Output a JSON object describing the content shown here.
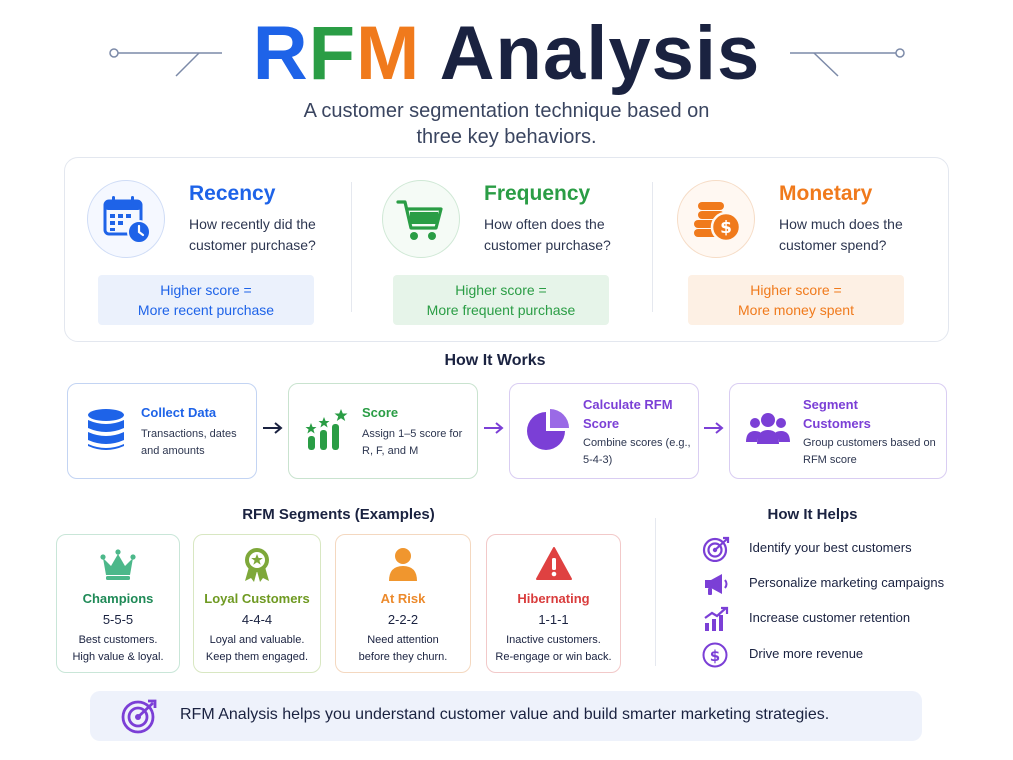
{
  "header": {
    "title_parts": [
      "R",
      "F",
      "M",
      " Analysis"
    ],
    "subtitle_line1": "A customer segmentation technique based on",
    "subtitle_line2": "three key behaviors."
  },
  "dimensions": [
    {
      "name": "Recency",
      "question": "How recently did the customer purchase?",
      "score_line1": "Higher score =",
      "score_line2": "More recent purchase",
      "icon": "calendar-clock-icon",
      "color": "#1e63e8"
    },
    {
      "name": "Frequency",
      "question": "How often does the customer purchase?",
      "score_line1": "Higher score =",
      "score_line2": "More frequent purchase",
      "icon": "shopping-cart-icon",
      "color": "#2a9d45"
    },
    {
      "name": "Monetary",
      "question": "How much does the customer spend?",
      "score_line1": "Higher score =",
      "score_line2": "More money spent",
      "icon": "coins-dollar-icon",
      "color": "#f07a1c"
    }
  ],
  "how_it_works": {
    "heading": "How It Works",
    "steps": [
      {
        "title": "Collect Data",
        "desc": "Transactions, dates and amounts",
        "icon": "database-icon"
      },
      {
        "title": "Score",
        "desc": "Assign 1–5 score for R, F, and M",
        "icon": "rising-bars-stars-icon"
      },
      {
        "title": "Calculate RFM Score",
        "desc": "Combine scores (e.g., 5-4-3)",
        "icon": "pie-chart-icon"
      },
      {
        "title": "Segment Customers",
        "desc": "Group customers based on RFM score",
        "icon": "user-group-icon"
      }
    ]
  },
  "segments": {
    "heading": "RFM Segments (Examples)",
    "items": [
      {
        "name": "Champions",
        "code": "5-5-5",
        "desc_line1": "Best customers.",
        "desc_line2": "High value & loyal.",
        "icon": "crown-icon"
      },
      {
        "name": "Loyal Customers",
        "code": "4-4-4",
        "desc_line1": "Loyal and valuable.",
        "desc_line2": "Keep them engaged.",
        "icon": "award-badge-icon"
      },
      {
        "name": "At Risk",
        "code": "2-2-2",
        "desc_line1": "Need attention",
        "desc_line2": "before they churn.",
        "icon": "person-icon"
      },
      {
        "name": "Hibernating",
        "code": "1-1-1",
        "desc_line1": "Inactive customers.",
        "desc_line2": "Re-engage or win back.",
        "icon": "warning-icon"
      }
    ]
  },
  "how_it_helps": {
    "heading": "How It Helps",
    "items": [
      {
        "text": "Identify your best customers",
        "icon": "target-icon"
      },
      {
        "text": "Personalize marketing campaigns",
        "icon": "megaphone-icon"
      },
      {
        "text": "Increase customer retention",
        "icon": "growth-chart-icon"
      },
      {
        "text": "Drive more revenue",
        "icon": "dollar-circle-icon"
      }
    ]
  },
  "footer": {
    "text": "RFM Analysis helps you understand customer value and build smarter marketing strategies.",
    "icon": "target-arrow-icon"
  }
}
